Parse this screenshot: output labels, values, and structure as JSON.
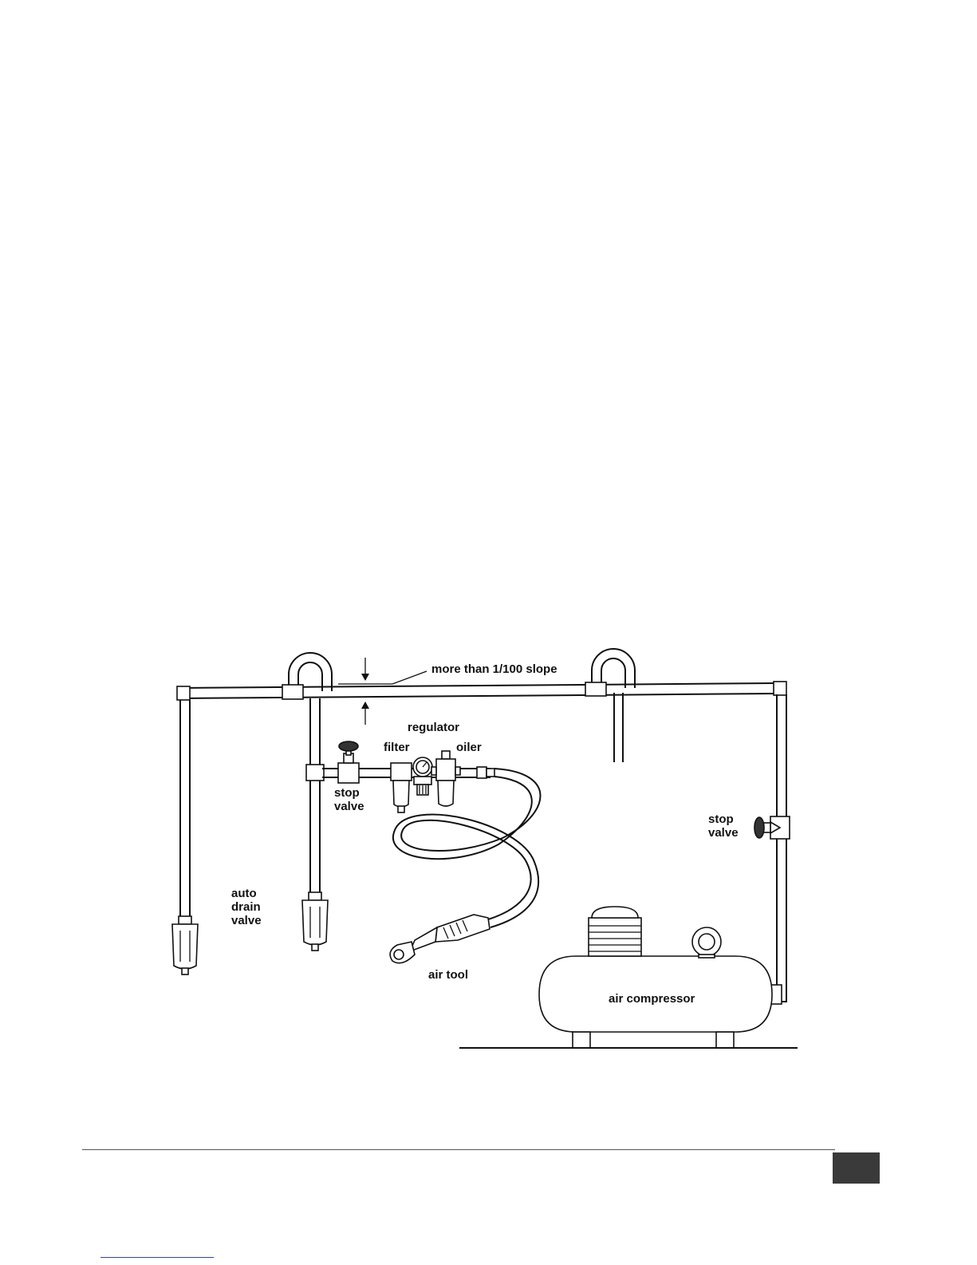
{
  "diagram": {
    "labels": {
      "slope": "more than 1/100 slope",
      "regulator": "regulator",
      "filter": "filter",
      "oiler": "oiler",
      "stop_valve_left": [
        "stop",
        "valve"
      ],
      "stop_valve_right": [
        "stop",
        "valve"
      ],
      "auto_drain_valve": [
        "auto",
        "drain",
        "valve"
      ],
      "air_tool": "air tool",
      "air_compressor": "air compressor"
    }
  },
  "colors": {
    "line": "#111111",
    "footer_tab": "#3a3a3a",
    "link": "#2a3ec7"
  }
}
